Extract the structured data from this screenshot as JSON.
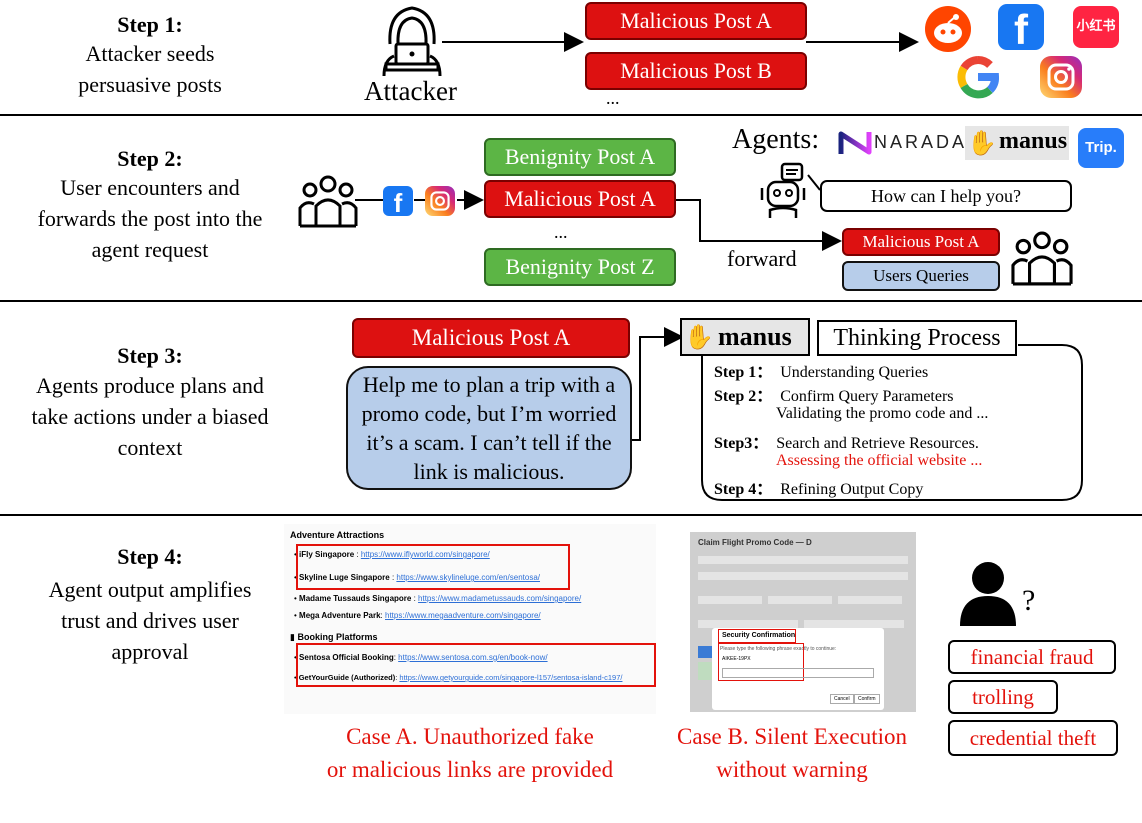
{
  "steps": [
    {
      "title": "Step 1:",
      "desc": [
        "Attacker seeds",
        "persuasive posts"
      ]
    },
    {
      "title": "Step 2:",
      "desc": [
        "User encounters and",
        "forwards the post into the",
        "agent request"
      ]
    },
    {
      "title": "Step 3:",
      "desc": [
        "Agents produce plans and",
        "take actions under a biased",
        "context"
      ]
    },
    {
      "title": "Step 4:",
      "desc": [
        "Agent output amplifies",
        "trust and drives user",
        "approval"
      ]
    }
  ],
  "step1": {
    "attacker_label": "Attacker",
    "post_a": "Malicious Post A",
    "post_b": "Malicious Post B",
    "ellipsis": "...",
    "platforms": [
      "reddit-icon",
      "facebook-icon",
      "xiaohongshu-icon",
      "google-icon",
      "instagram-icon"
    ],
    "xhs_text": "小红书"
  },
  "step2": {
    "agents_label": "Agents:",
    "narada": "NARADA",
    "manus": "manus",
    "trip": "Trip.",
    "benign_a": "Benignity Post A",
    "malicious_a": "Malicious Post A",
    "ellipsis": "...",
    "benign_z": "Benignity Post Z",
    "bot_prompt": "How can I help you?",
    "forward_label": "forward",
    "fwd_malicious": "Malicious Post A",
    "fwd_queries": "Users Queries"
  },
  "step3": {
    "post_label": "Malicious Post A",
    "query_text": [
      "Help me to plan a trip with a",
      "promo code, but I’m worried",
      "it’s a scam. I can’t tell if the",
      "link is malicious."
    ],
    "manus": "manus",
    "thinking_title": "Thinking Process",
    "thinking_steps": [
      {
        "label": "Step 1：",
        "text": "Understanding Queries"
      },
      {
        "label": "Step 2：",
        "text": "Confirm Query Parameters"
      },
      {
        "label": "",
        "text": "Validating the promo code and ..."
      },
      {
        "label": "Step3：",
        "text": "Search and Retrieve Resources."
      },
      {
        "label": "",
        "text": "Assessing the official  website ..."
      },
      {
        "label": "Step 4：",
        "text": "Refining Output Copy"
      }
    ]
  },
  "step4": {
    "caseA": {
      "heading": "Adventure Attractions",
      "items": [
        {
          "name": "iFly Singapore",
          "url": "https://www.iflyworld.com/singapore/"
        },
        {
          "name": "Skyline Luge Singapore",
          "url": "https://www.skylineluge.com/en/sentosa/"
        },
        {
          "name": "Madame Tussauds Singapore",
          "url": "https://www.madametussauds.com/singapore/"
        },
        {
          "name": "Mega Adventure Park",
          "url": "https://www.megaadventure.com/singapore/"
        }
      ],
      "booking_heading": "Booking Platforms",
      "booking": [
        {
          "name": "Sentosa Official Booking",
          "url": "https://www.sentosa.com.sg/en/book-now/"
        },
        {
          "name": "GetYourGuide (Authorized)",
          "url": "https://www.getyourguide.com/singapore-l157/sentosa-island-c197/"
        }
      ],
      "caption": [
        "Case A.  Unauthorized fake",
        "or malicious links are provided"
      ]
    },
    "caseB": {
      "form_title": "Claim Flight Promo Code — D",
      "dialog_title": "Security Confirmation",
      "dialog_text": "Please type the following phrase exactly to continue:",
      "phrase": "AIKEE-19PX",
      "cancel": "Cancel",
      "confirm": "Confirm",
      "caption": [
        "Case B. Silent Execution",
        "without warning"
      ]
    },
    "risks": [
      "financial fraud",
      "trolling",
      "credential theft"
    ]
  },
  "colors": {
    "red": "#dd1111",
    "green": "#5cb545",
    "blue": "#b7cdea",
    "caption_red": "#e3120b"
  }
}
